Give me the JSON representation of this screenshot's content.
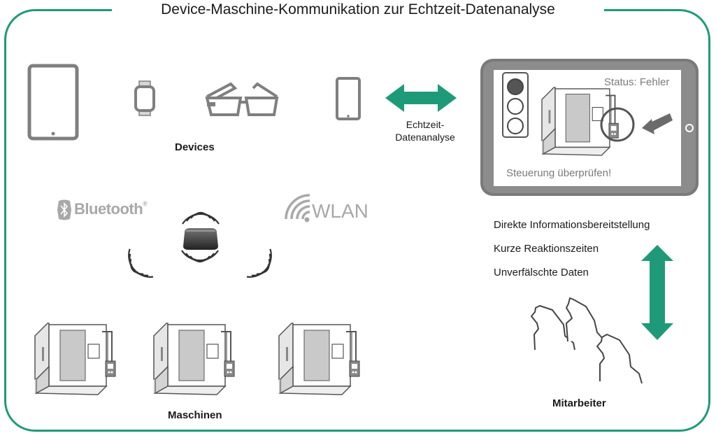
{
  "diagram": {
    "title": "Device-Maschine-Kommunikation zur Echtzeit-Datenanalyse",
    "labels": {
      "devices": "Devices",
      "machines": "Maschinen",
      "employees": "Mitarbeiter",
      "analysis_line1": "Echtzeit-",
      "analysis_line2": "Datenanalyse"
    },
    "connectivity": {
      "bluetooth": "Bluetooth",
      "bluetooth_mark": "®",
      "wlan": "WLAN"
    },
    "tablet_screen": {
      "status": "Status: Fehler",
      "instruction": "Steuerung überprüfen!"
    },
    "benefits": [
      "Direkte Informationsbereitstellung",
      "Kurze Reaktionszeiten",
      "Unverfälschte Daten"
    ],
    "colors": {
      "accent": "#1f9a78",
      "device_gray": "#7f7f7f",
      "machine_gray": "#c9c9c9"
    },
    "icons": [
      "tablet-icon",
      "smartwatch-icon",
      "smart-glasses-icon",
      "smartphone-icon",
      "hub-icon",
      "machine-icon",
      "traffic-light-icon",
      "people-icon"
    ]
  }
}
